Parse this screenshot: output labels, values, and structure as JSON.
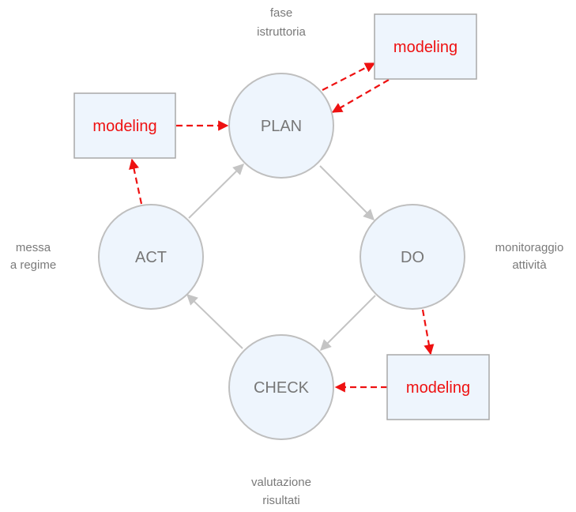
{
  "nodes": {
    "plan": "PLAN",
    "do": "DO",
    "check": "CHECK",
    "act": "ACT"
  },
  "modeling": {
    "label": "modeling"
  },
  "phases": {
    "plan": [
      "fase",
      "istruttoria"
    ],
    "do": [
      "monitoraggio",
      "attività"
    ],
    "check": [
      "valutazione",
      "risultati"
    ],
    "act": [
      "messa",
      "a regime"
    ]
  },
  "colors": {
    "node_fill": "#eef5fd",
    "node_stroke": "#bfbfbf",
    "cycle_arrow": "#c4c4c4",
    "modeling_arrow": "#ee1111",
    "modeling_text": "#ee1111",
    "node_text": "#777777"
  }
}
